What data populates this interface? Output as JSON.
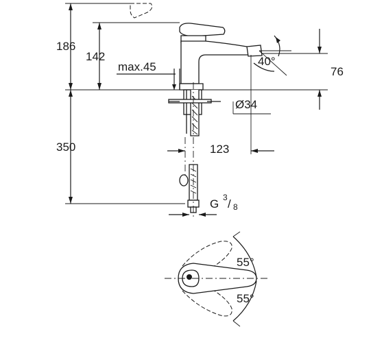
{
  "dimensions": {
    "overall_height": "186",
    "spout_height": "142",
    "max_deck": "max.45",
    "jet_angle": "40°",
    "outlet_height": "76",
    "hole_diameter": "Ø34",
    "below_deck": "350",
    "projection": "123",
    "thread_base": "G",
    "thread_num": "3",
    "thread_den": "8",
    "lever_swing_upper": "55°",
    "lever_swing_lower": "55°"
  },
  "colors": {
    "line": "#1a1a1a",
    "background": "#ffffff"
  }
}
